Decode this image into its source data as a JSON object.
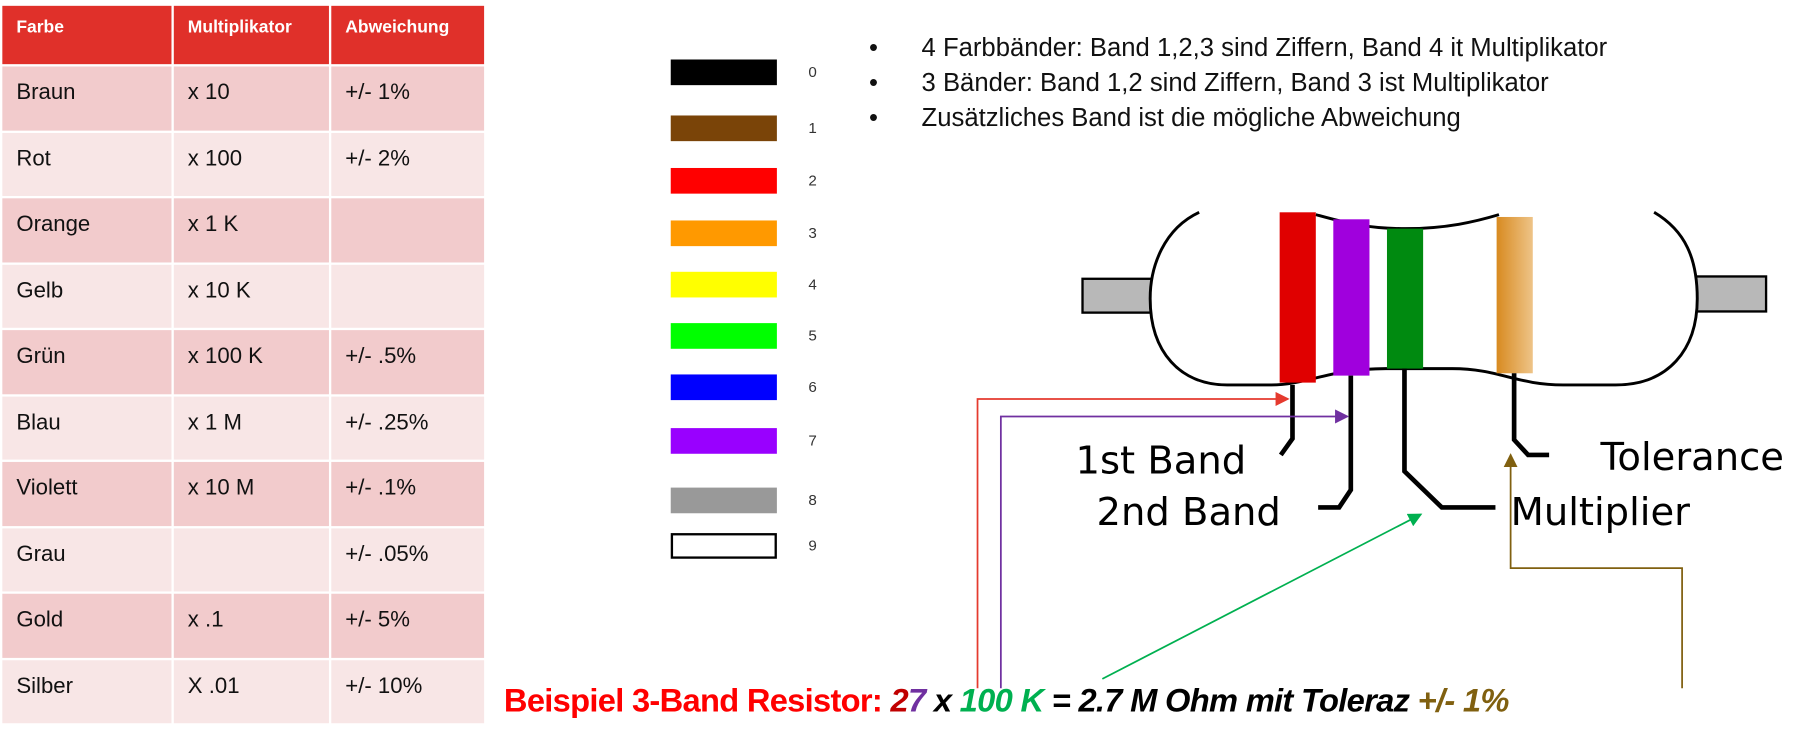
{
  "table": {
    "headers": [
      "Farbe",
      "Multiplikator",
      "Abweichung"
    ],
    "rows": [
      [
        "Braun",
        "x 10",
        "+/- 1%"
      ],
      [
        "Rot",
        "x 100",
        "+/- 2%"
      ],
      [
        "Orange",
        "x 1 K",
        ""
      ],
      [
        "Gelb",
        "x 10 K",
        ""
      ],
      [
        "Grün",
        "x 100 K",
        "+/- .5%"
      ],
      [
        "Blau",
        "x 1 M",
        "+/- .25%"
      ],
      [
        "Violett",
        "x 10 M",
        "+/- .1%"
      ],
      [
        "Grau",
        "",
        "+/- .05%"
      ],
      [
        "Gold",
        "x .1",
        "+/- 5%"
      ],
      [
        "Silber",
        "X .01",
        "+/- 10%"
      ]
    ]
  },
  "color_code": [
    {
      "digit": "0",
      "color": "#000000"
    },
    {
      "digit": "1",
      "color": "#7a4408"
    },
    {
      "digit": "2",
      "color": "#ff0000"
    },
    {
      "digit": "3",
      "color": "#ff9900"
    },
    {
      "digit": "4",
      "color": "#ffff00"
    },
    {
      "digit": "5",
      "color": "#00ff00"
    },
    {
      "digit": "6",
      "color": "#0000ff"
    },
    {
      "digit": "7",
      "color": "#9900ff"
    },
    {
      "digit": "8",
      "color": "#999999"
    },
    {
      "digit": "9",
      "color": "#ffffff"
    }
  ],
  "bullets": [
    "4 Farbbänder: Band 1,2,3 sind Ziffern, Band 4 it Multiplikator",
    "3 Bänder: Band 1,2 sind Ziffern, Band 3 ist Multiplikator",
    "Zusätzliches Band ist die mögliche Abweichung"
  ],
  "diagram": {
    "labels": {
      "band1": "1st Band",
      "band2": "2nd Band",
      "multiplier": "Multiplier",
      "tolerance": "Tolerance"
    },
    "band_colors": [
      "#e00000",
      "#a000dd",
      "#008a10",
      "#e0a050"
    ]
  },
  "example": {
    "prefix": "Beispiel 3-Band Resistor: ",
    "digit1": "2",
    "digit2": "7",
    "times": " x ",
    "multiplier": "100 K",
    "result": " = 2.7 M Ohm mit Toleraz ",
    "tolerance": "+/- 1%"
  }
}
